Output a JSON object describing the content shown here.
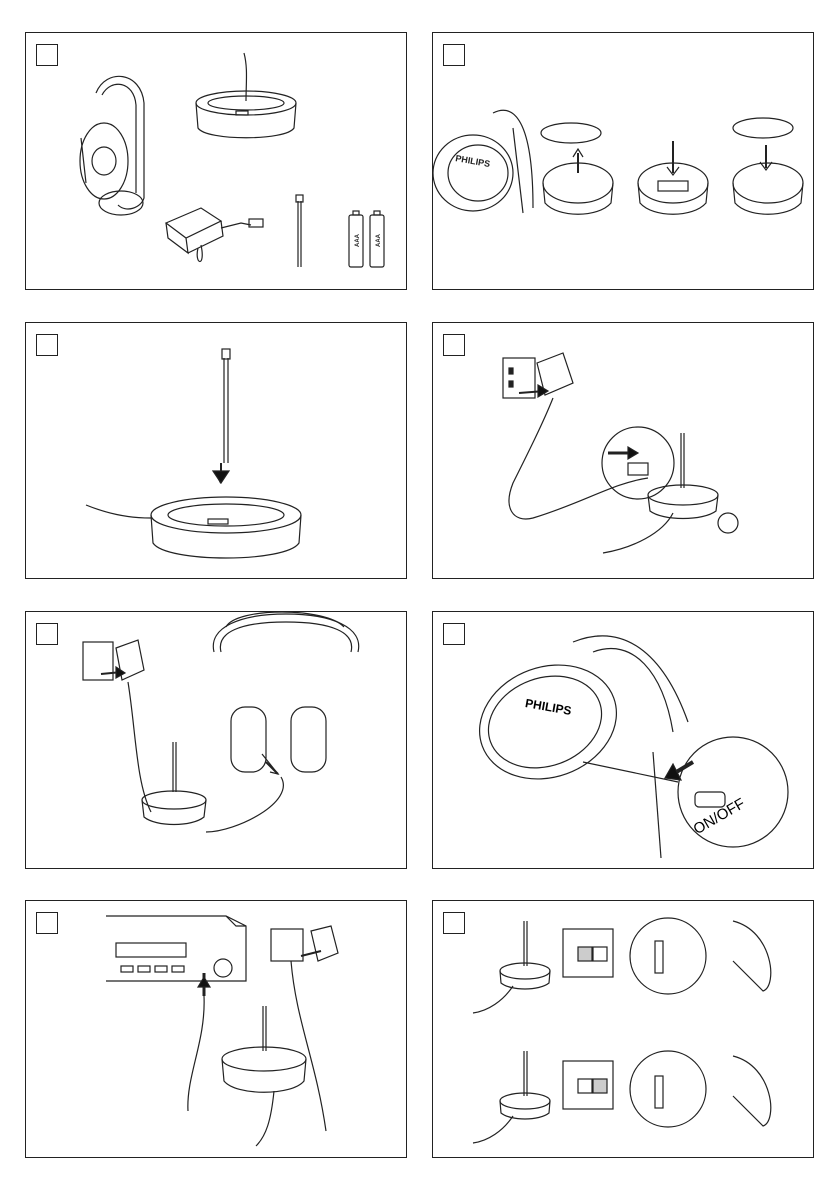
{
  "panels": [
    {
      "step": ""
    },
    {
      "step": ""
    },
    {
      "step": ""
    },
    {
      "step": ""
    },
    {
      "step": ""
    },
    {
      "step": ""
    },
    {
      "step": ""
    },
    {
      "step": ""
    }
  ],
  "labels": {
    "brand": "PHILIPS",
    "battery": "AAA",
    "switch": "ON/OFF"
  },
  "colors": {
    "line": "#222222",
    "arrow": "#111111",
    "paper": "#ffffff"
  }
}
